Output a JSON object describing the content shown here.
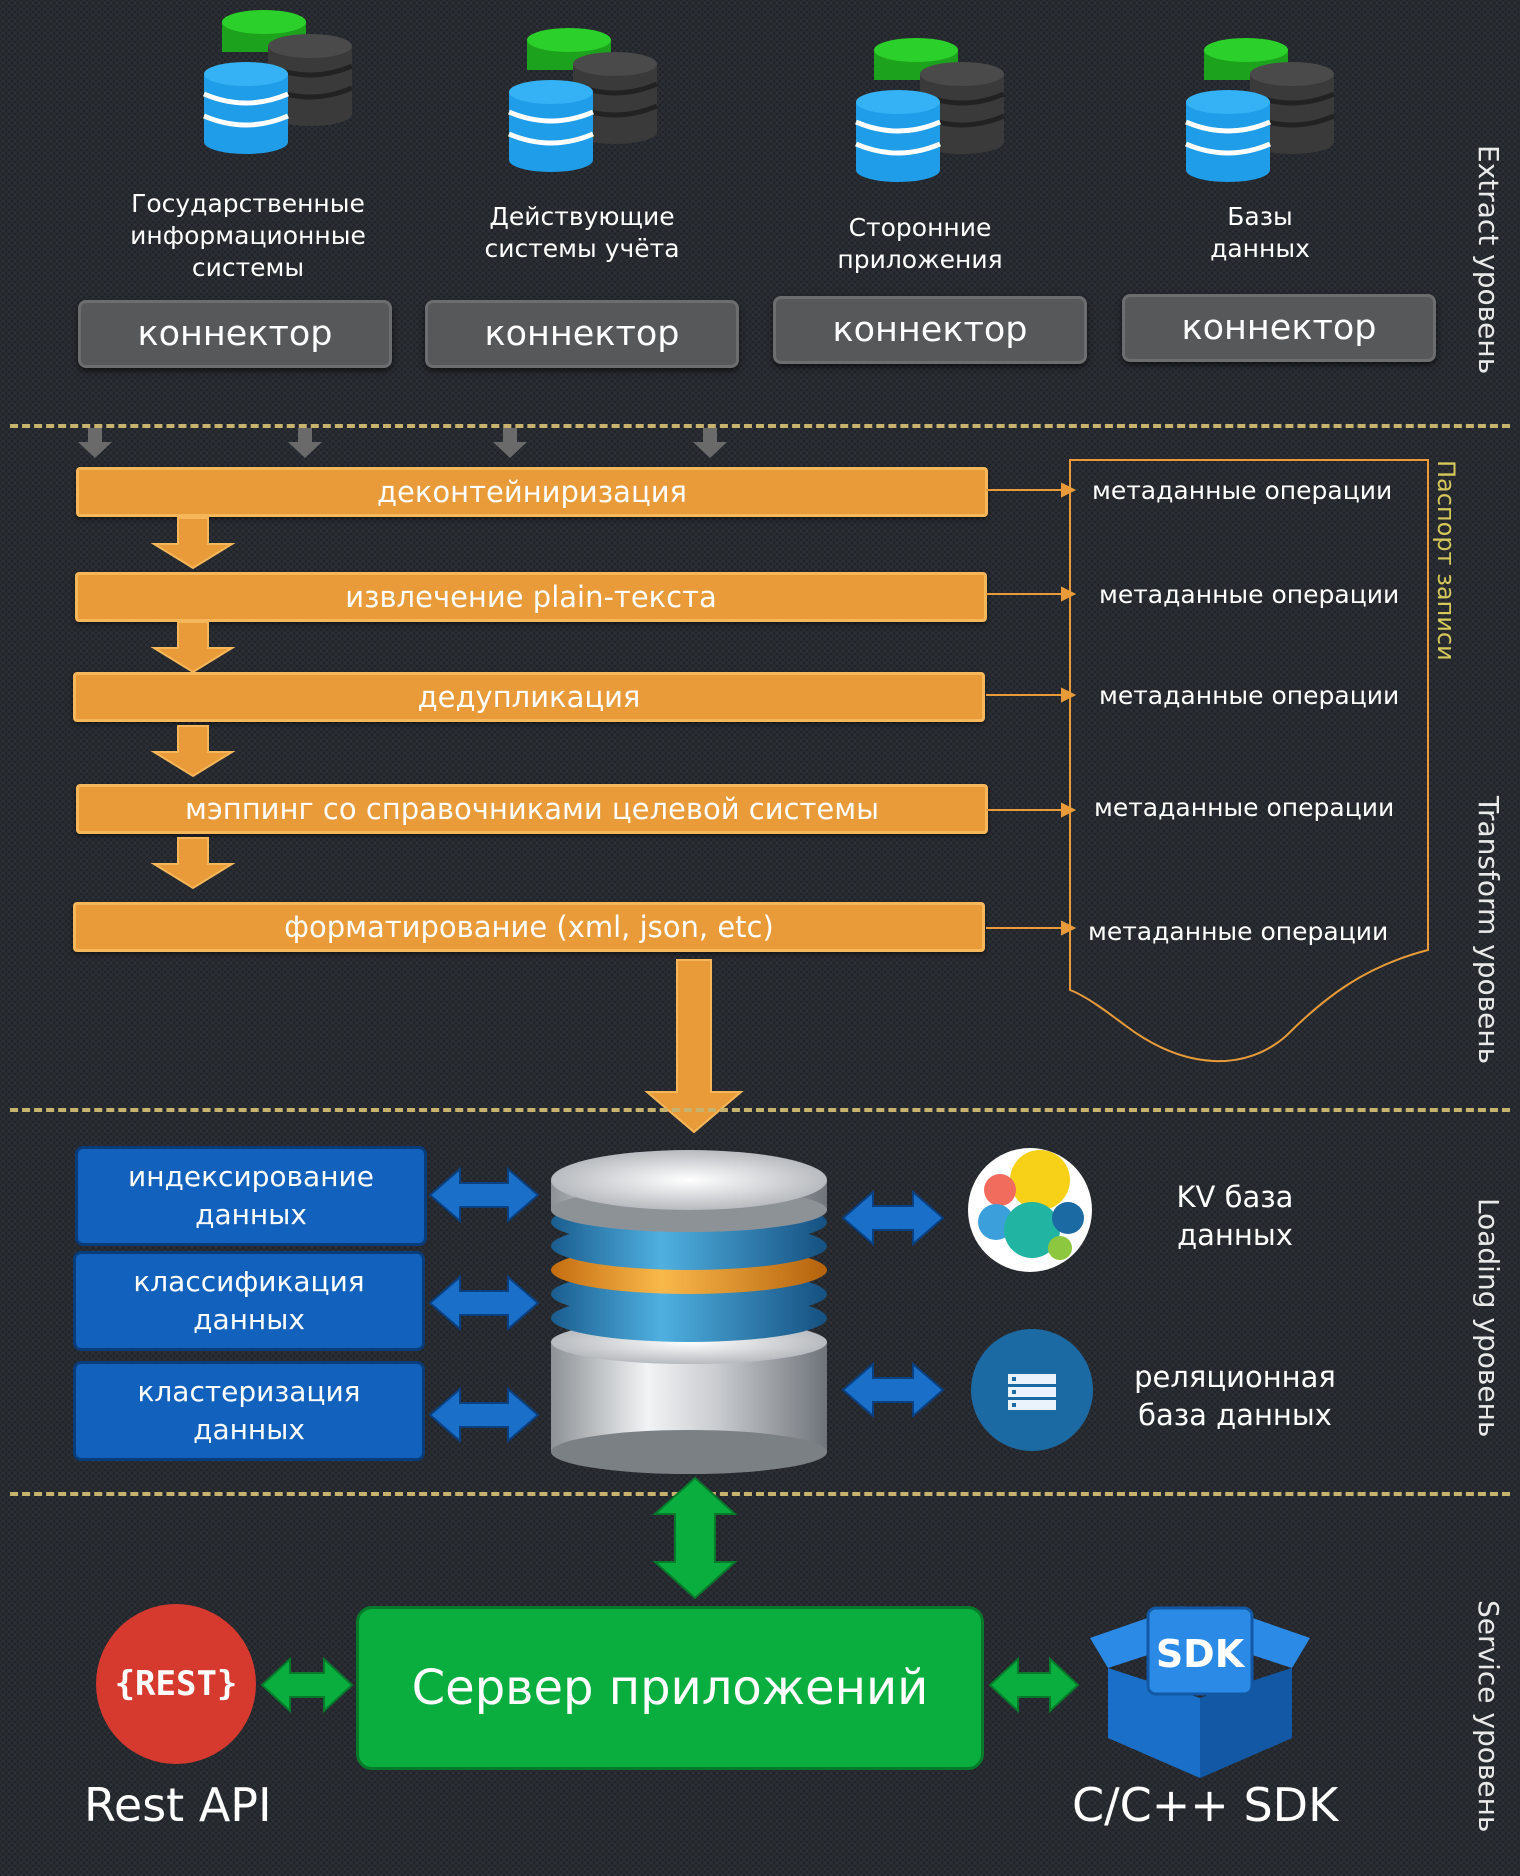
{
  "sources": [
    {
      "label": "Государственные информационные системы",
      "lines": [
        "Государственные",
        "информационные",
        "системы"
      ],
      "connector": "коннектор"
    },
    {
      "label": "Действующие системы учёта",
      "lines": [
        "Действующие",
        "системы учёта"
      ],
      "connector": "коннектор"
    },
    {
      "label": "Сторонние приложения",
      "lines": [
        "Сторонние",
        "приложения"
      ],
      "connector": "коннектор"
    },
    {
      "label": "Базы данных",
      "lines": [
        "Базы",
        "данных"
      ],
      "connector": "коннектор"
    }
  ],
  "layers": {
    "extract": "Extract уровень",
    "transform": "Transform уровень",
    "loading": "Loading уровень",
    "service": "Service уровень"
  },
  "transform_steps": [
    "деконтейниризация",
    "извлечение plain-текста",
    "дедупликация",
    "мэппинг со справочниками целевой системы",
    "форматирование (xml, json, etc)"
  ],
  "metadata_label": "метаданные операции",
  "record_passport": "Паспорт записи",
  "loading_boxes": [
    {
      "line1": "индексирование",
      "line2": "данных"
    },
    {
      "line1": "классификация",
      "line2": "данных"
    },
    {
      "line1": "кластеризация",
      "line2": "данных"
    }
  ],
  "kv_db": {
    "line1": "KV база",
    "line2": "данных"
  },
  "relational_db": {
    "line1": "реляционная",
    "line2": "база данных"
  },
  "app_server": "Сервер приложений",
  "rest": {
    "logo_text": "{REST}",
    "label": "Rest API"
  },
  "sdk": {
    "logo_text": "SDK",
    "label": "C/C++ SDK"
  },
  "colors": {
    "orange": "#e89b38",
    "blue": "#1262bd",
    "green": "#0aae3e",
    "dashed_line": "#c8b36e",
    "connector_gray": "#575859",
    "rest_red": "#d63a2f",
    "sdk_blue": "#1f7fdc"
  }
}
